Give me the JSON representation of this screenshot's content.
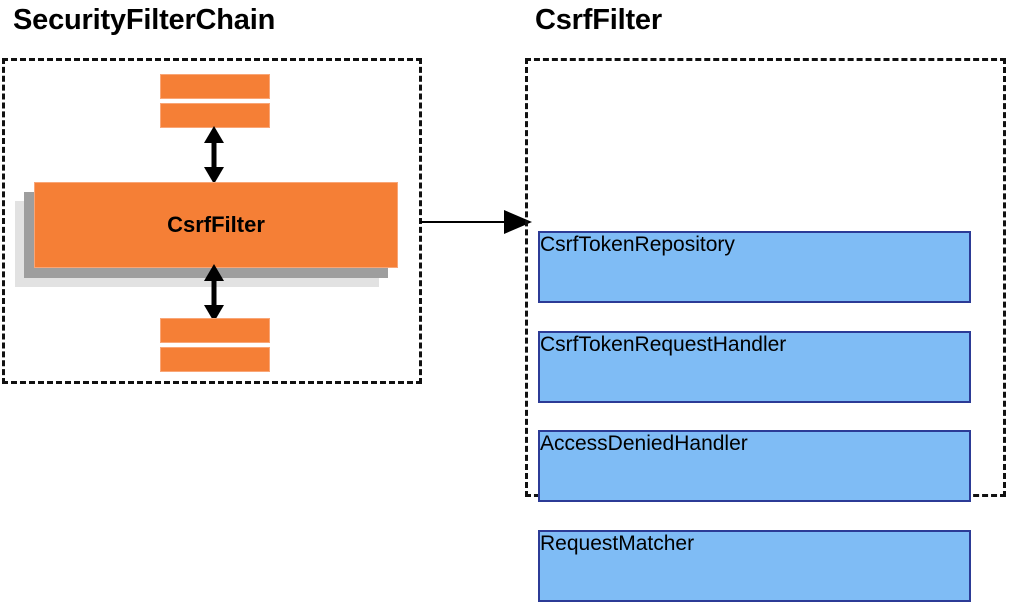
{
  "diagram": {
    "type": "component-collaboration-diagram",
    "colors": {
      "orange_fill": "#f57f36",
      "orange_border": "#f9a677",
      "blue_fill": "#7fbcf5",
      "blue_border": "#2c3b96",
      "shadow_mid": "#9e9e9e",
      "shadow_back": "#e2e2e2",
      "panel_border": "#111111",
      "text": "#000000"
    }
  },
  "left_panel": {
    "title": "SecurityFilterChain",
    "border_style": "dashed",
    "filters_above": [
      "",
      ""
    ],
    "highlighted_filter": "CsrfFilter",
    "filters_below": [
      "",
      ""
    ],
    "arrows": {
      "upper": "double-headed-vertical-arrow",
      "lower": "double-headed-vertical-arrow"
    }
  },
  "connector": {
    "label": "",
    "style": "single-headed-horizontal-arrow",
    "from": "SecurityFilterChain",
    "to": "CsrfFilter"
  },
  "right_panel": {
    "title": "CsrfFilter",
    "border_style": "dashed",
    "collaborators": [
      {
        "label": "CsrfTokenRepository"
      },
      {
        "label": "CsrfTokenRequestHandler"
      },
      {
        "label": "AccessDeniedHandler"
      },
      {
        "label": "RequestMatcher"
      }
    ]
  }
}
